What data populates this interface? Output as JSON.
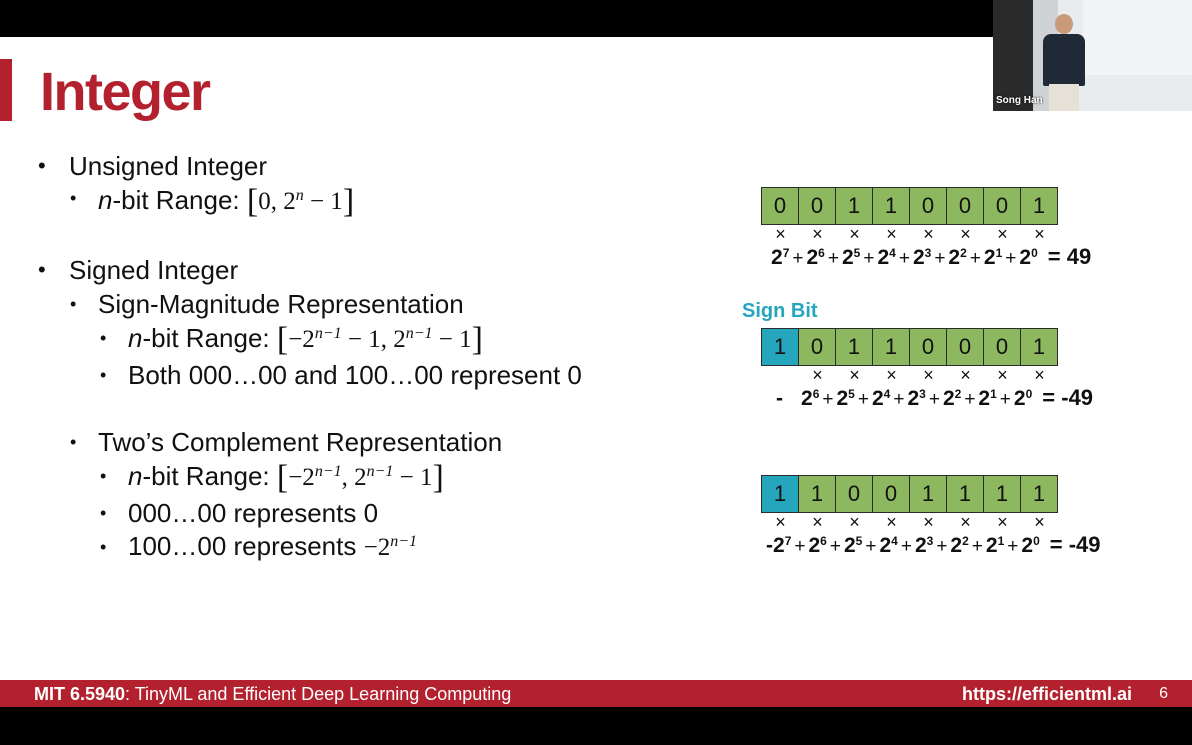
{
  "slide": {
    "title": "Integer",
    "unsigned": {
      "heading": "Unsigned Integer",
      "range_n": "n",
      "range_label": "-bit Range: ",
      "range_open": "[",
      "range_body_a": "0,  2",
      "range_sup": "n",
      "range_body_b": " − 1",
      "range_close": "]"
    },
    "signed": {
      "heading": "Signed Integer",
      "sign_magnitude": {
        "heading": "Sign-Magnitude Representation",
        "range_n": "n",
        "range_label": "-bit Range: ",
        "range_open": "[",
        "range_a": "−2",
        "range_sup_a": "n−1",
        "range_b": " − 1,  2",
        "range_sup_b": "n−1",
        "range_c": " − 1",
        "range_close": "]",
        "note": "Both 000…00 and 100…00 represent 0"
      },
      "twos_complement": {
        "heading": "Two’s Complement Representation",
        "range_n": "n",
        "range_label": "-bit Range: ",
        "range_open": "[",
        "range_a": "−2",
        "range_sup_a": "n−1",
        "range_b": ",  2",
        "range_sup_b": "n−1",
        "range_c": " − 1",
        "range_close": "]",
        "zero_note": "000…00 represents 0",
        "min_note_prefix": "100…00 represents ",
        "min_note_math": "−2",
        "min_note_sup": "n−1"
      }
    },
    "diagrams": {
      "sign_bit_label": "Sign Bit",
      "times_symbol": "×",
      "unsigned_bits": [
        "0",
        "0",
        "1",
        "1",
        "0",
        "0",
        "0",
        "1"
      ],
      "sign_magnitude_bits": [
        "1",
        "0",
        "1",
        "1",
        "0",
        "0",
        "0",
        "1"
      ],
      "twos_complement_bits": [
        "1",
        "1",
        "0",
        "0",
        "1",
        "1",
        "1",
        "1"
      ],
      "plus": "+",
      "base": "2",
      "exponents": [
        "7",
        "6",
        "5",
        "4",
        "3",
        "2",
        "1",
        "0"
      ],
      "unsigned_result": "= 49",
      "sign_magnitude_prefix": "-",
      "sign_magnitude_result": "= -49",
      "twos_first_term_prefix": "-",
      "twos_complement_result": "= -49"
    },
    "footer": {
      "course_code": "MIT 6.5940",
      "course_name": ": TinyML and Efficient Deep Learning Computing",
      "url": "https://efficientml.ai",
      "page": "6"
    },
    "video": {
      "speaker_name": "Song Han"
    },
    "colors": {
      "accent": "#b3212e",
      "bit_green": "#8db85f",
      "sign_bit_teal": "#26a6bd"
    }
  }
}
